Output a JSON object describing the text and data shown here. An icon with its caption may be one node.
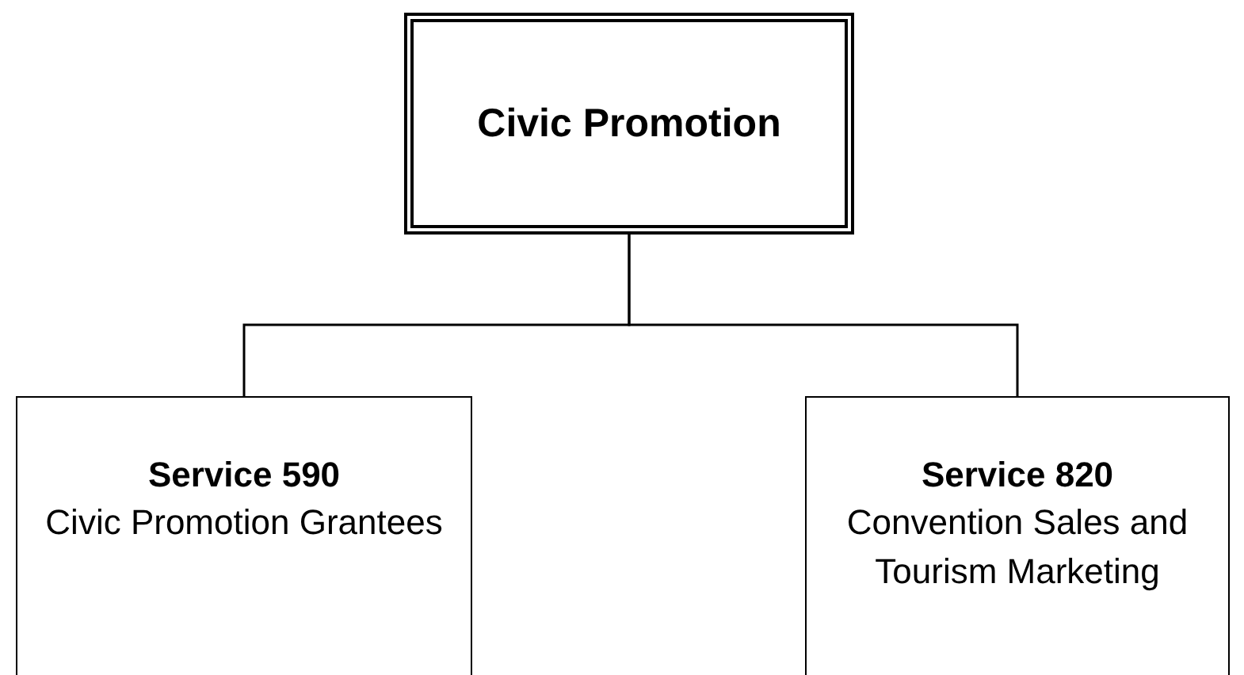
{
  "diagram": {
    "nodes": [
      {
        "text": [
          "Civic Promotion"
        ]
      },
      {
        "text": [
          "Service 590",
          "Civic Promotion Grantees"
        ]
      },
      {
        "text": [
          "Service 820",
          "Convention Sales and Tourism Marketing"
        ]
      }
    ],
    "edges": [
      {
        "from": 0,
        "to": 1,
        "arrow": "none"
      },
      {
        "from": 0,
        "to": 2,
        "arrow": "none"
      }
    ]
  }
}
